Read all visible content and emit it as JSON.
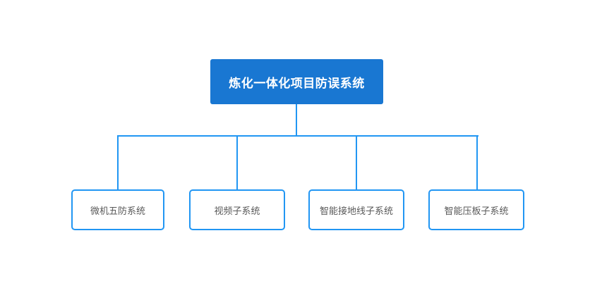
{
  "diagram": {
    "type": "tree",
    "root": {
      "label": "炼化一体化项目防误系统"
    },
    "children": [
      {
        "label": "微机五防系统"
      },
      {
        "label": "视频子系统"
      },
      {
        "label": "智能接地线子系统"
      },
      {
        "label": "智能压板子系统"
      }
    ],
    "colors": {
      "background": "#ffffff",
      "root_fill": "#1977d2",
      "root_text": "#ffffff",
      "connector": "#2196f3",
      "child_border": "#2196f3",
      "child_text": "#595959"
    }
  }
}
